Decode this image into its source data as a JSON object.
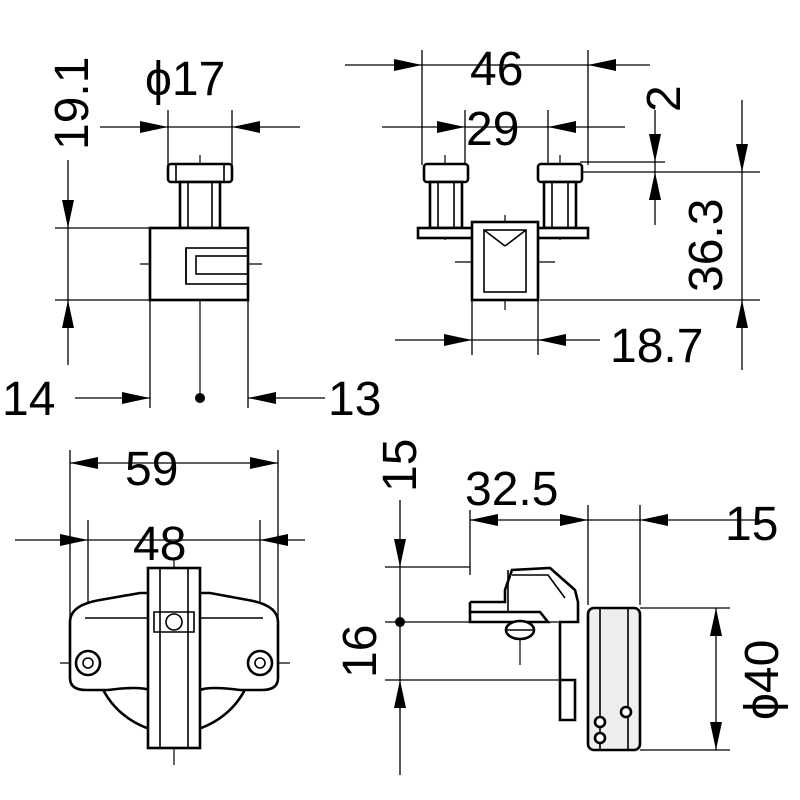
{
  "views": {
    "side": {
      "phi17": "ϕ17",
      "h191": "19.1",
      "w14": "14",
      "w13": "13"
    },
    "front": {
      "w46": "46",
      "w29": "29",
      "t2": "2",
      "h363": "36.3",
      "w187": "18.7"
    },
    "top": {
      "w59": "59",
      "w48": "48"
    },
    "elevation": {
      "h15": "15",
      "w325": "32.5",
      "w15": "15",
      "h16": "16",
      "phi40": "ϕ40"
    }
  }
}
